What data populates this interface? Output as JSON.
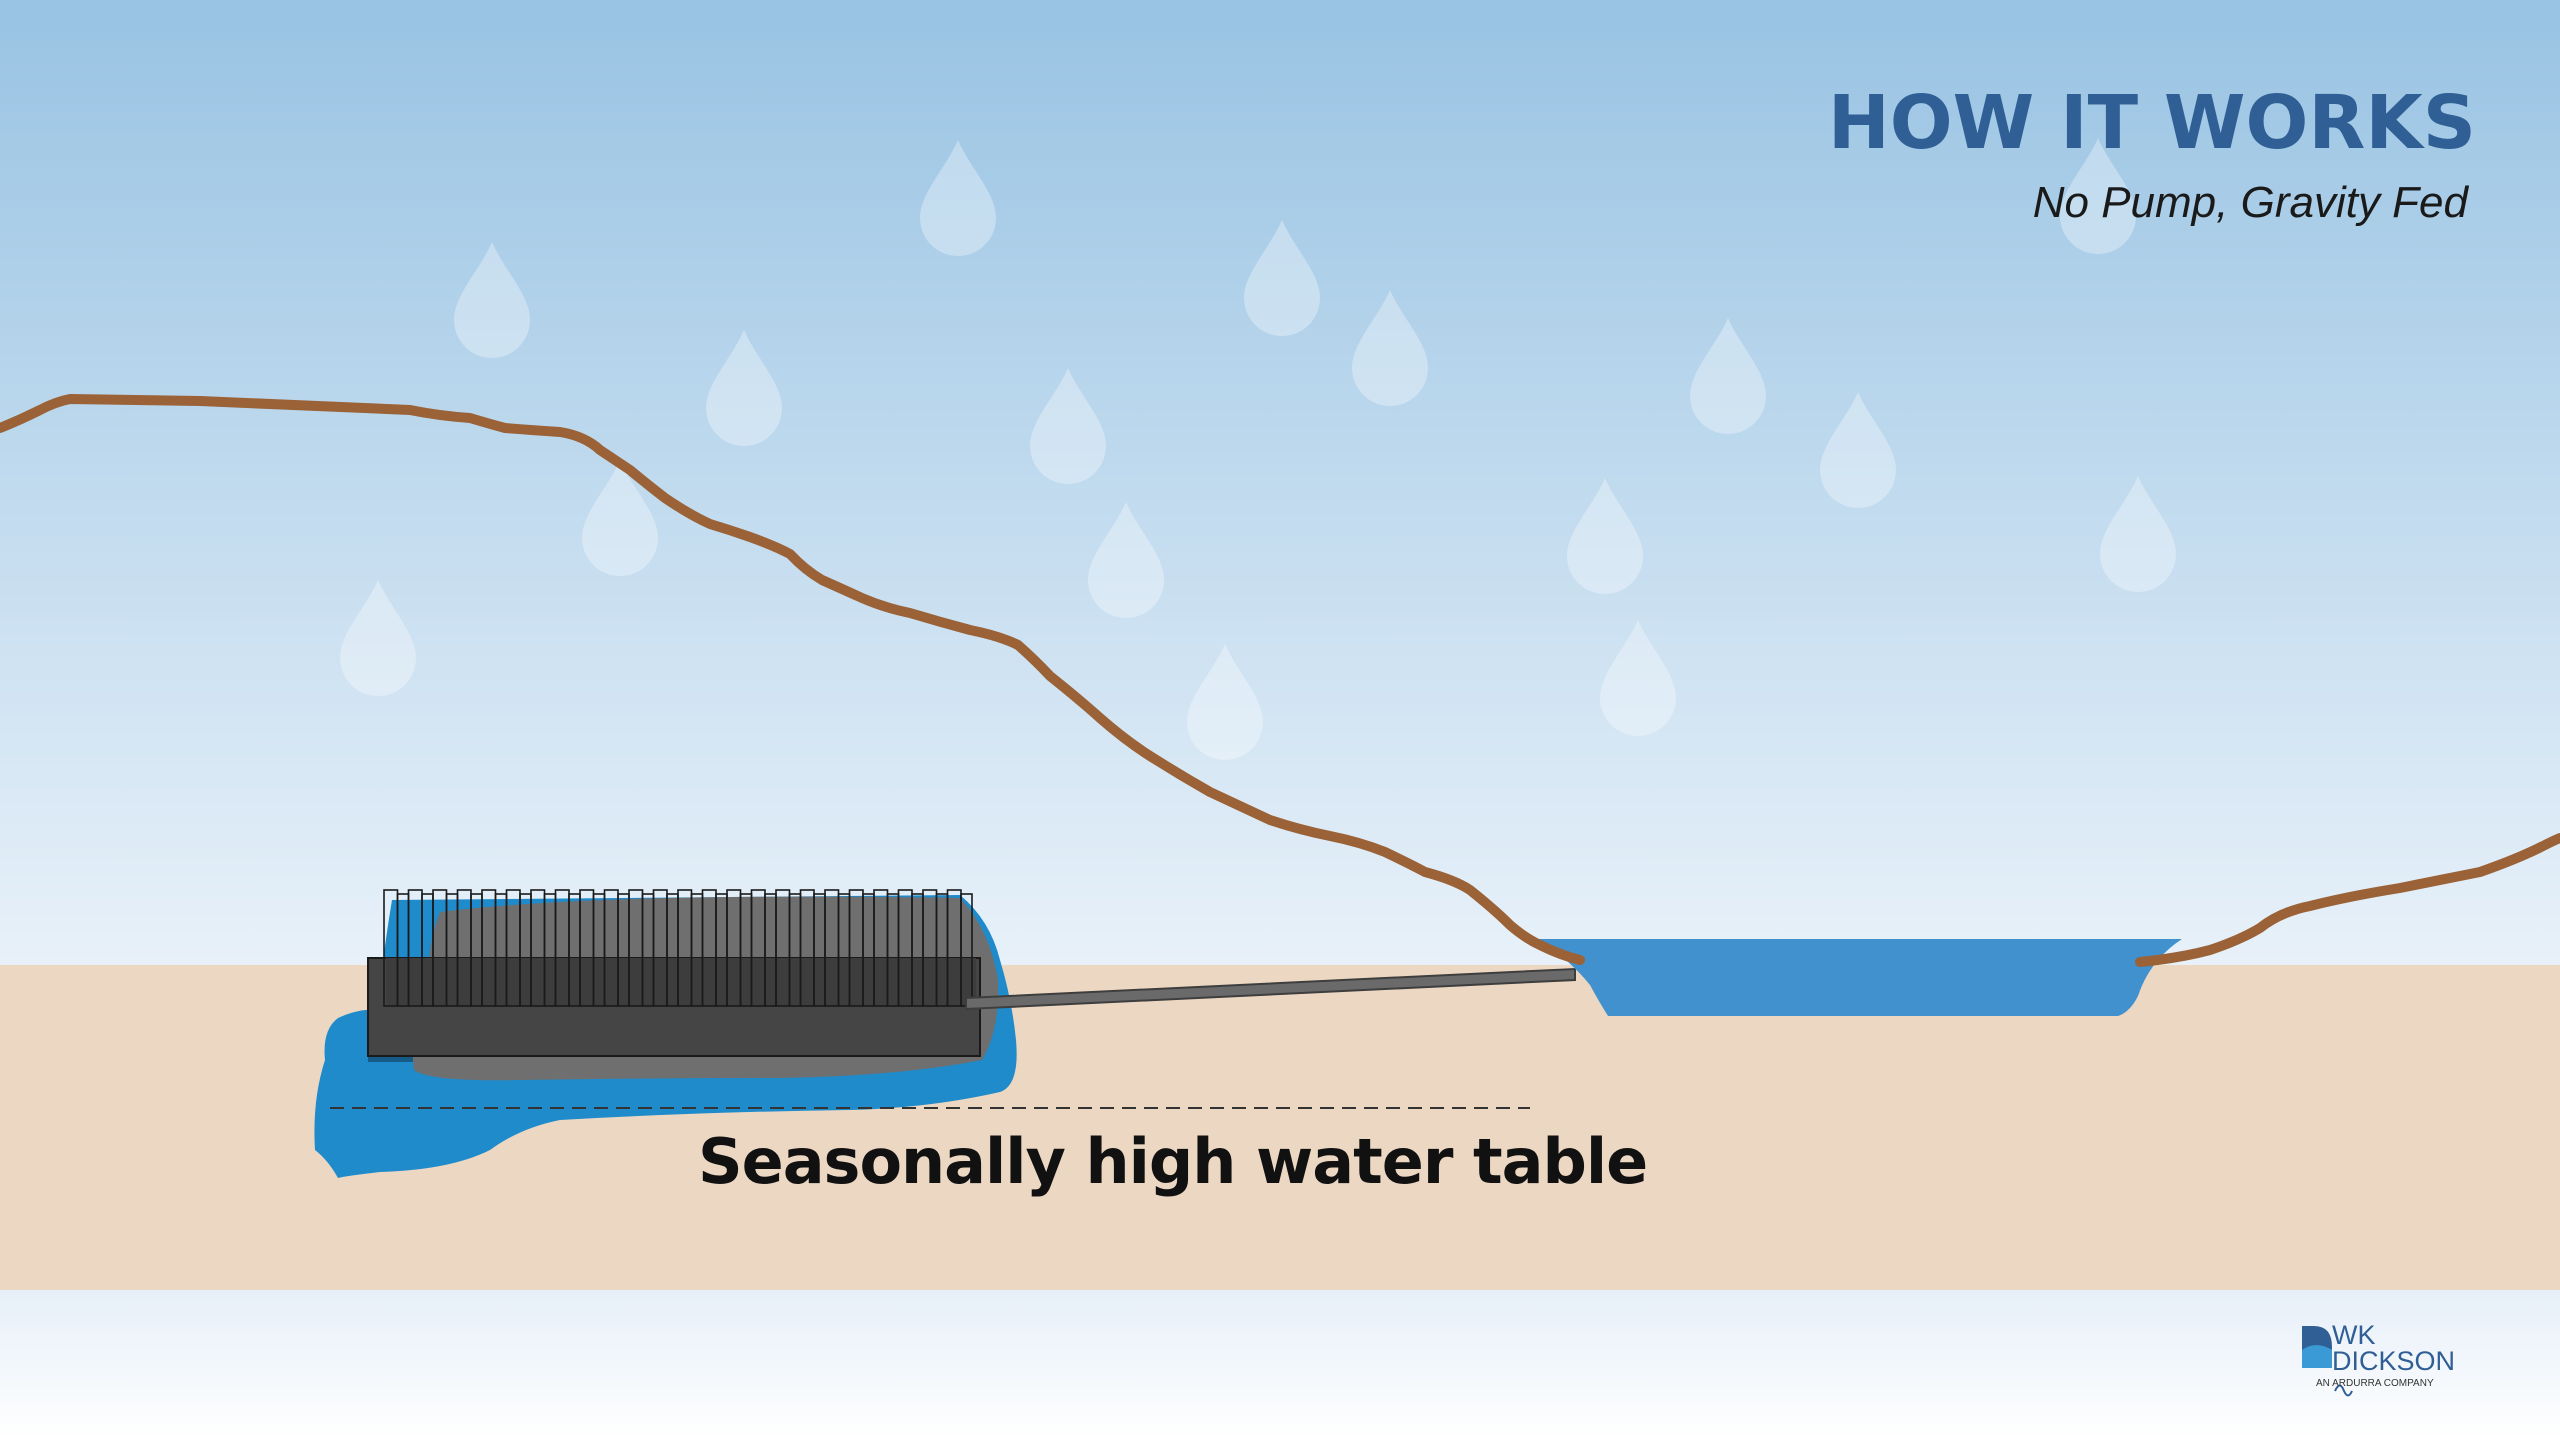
{
  "header": {
    "title": "HOW IT WORKS",
    "subtitle": "No Pump, Gravity Fed"
  },
  "diagram": {
    "water_table_label": "Seasonally high water table"
  },
  "logo": {
    "line1": "WK",
    "line2": "DICKSON",
    "tagline": "AN ARDURRA COMPANY"
  },
  "colors": {
    "sky_top": "#98c3e3",
    "sky_bottom": "#e8f1f9",
    "soil": "#ecd7c3",
    "ground_line": "#9a6236",
    "water": "#1f8bcb",
    "pond": "#4191cf",
    "storage_unit": "#454545",
    "title": "#2f5f95"
  }
}
